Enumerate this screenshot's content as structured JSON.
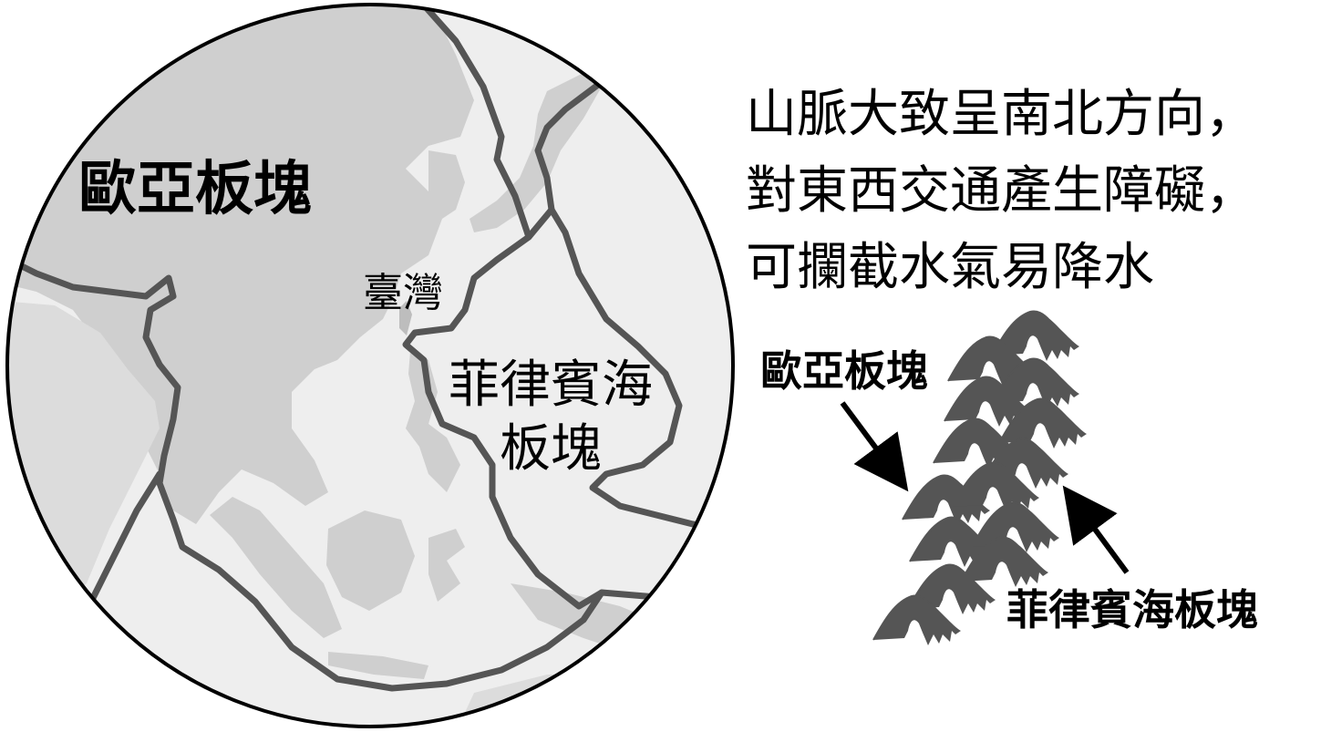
{
  "map": {
    "eurasian_plate_label": "歐亞板塊",
    "taiwan_label": "臺灣",
    "philippine_plate_label_line1": "菲律賓海",
    "philippine_plate_label_line2": "板塊"
  },
  "description": {
    "line1": "山脈大致呈南北方向，",
    "line2": "對東西交通產生障礙，",
    "line3": "可攔截水氣易降水"
  },
  "diagram": {
    "eurasian_plate_label": "歐亞板塊",
    "philippine_plate_label": "菲律賓海板塊"
  },
  "colors": {
    "ocean": "#eeeeee",
    "land": "#cfcfcf",
    "land_light": "#dcdcdc",
    "plate_boundary": "#555555",
    "mountain": "#555555"
  }
}
